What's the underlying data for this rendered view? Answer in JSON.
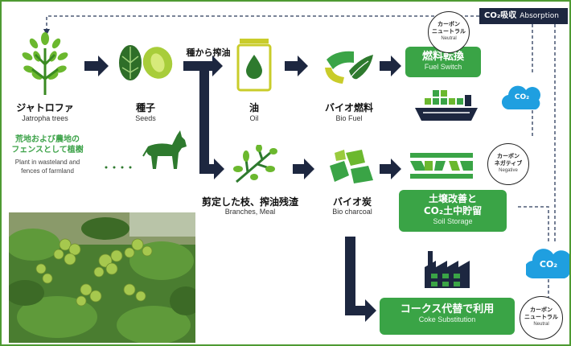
{
  "absorption": {
    "jp": "CO₂吸収",
    "en": "Absorption"
  },
  "nodes": {
    "jatropha": {
      "jp": "ジャトロファ",
      "en": "Jatropha trees"
    },
    "seeds": {
      "jp": "種子",
      "en": "Seeds"
    },
    "press_label": "種から搾油",
    "oil": {
      "jp": "油",
      "en": "Oil"
    },
    "biofuel": {
      "jp": "バイオ燃料",
      "en": "Bio Fuel"
    },
    "branches": {
      "jp": "剪定した枝、搾油残渣",
      "en": "Branches, Meal"
    },
    "biochar": {
      "jp": "バイオ炭",
      "en": "Bio charcoal"
    }
  },
  "planting": {
    "jp_line1": "荒地および農地の",
    "jp_line2": "フェンスとして植樹",
    "en_line1": "Plant in wasteland and",
    "en_line2": "fences of farmland"
  },
  "outcomes": {
    "fuel_switch": {
      "jp": "燃料転換",
      "en": "Fuel Switch"
    },
    "soil_storage": {
      "jp_line1": "土壌改善と",
      "jp_line2": "CO₂土中貯留",
      "en": "Soil Storage"
    },
    "coke": {
      "jp": "コークス代替で利用",
      "en": "Coke Substitution"
    }
  },
  "badges": {
    "neutral_top": {
      "jp_line1": "カーボン",
      "jp_line2": "ニュートラル",
      "en": "Neutral"
    },
    "negative": {
      "jp_line1": "カーボン",
      "jp_line2": "ネガティブ",
      "en": "Negative"
    },
    "neutral_bottom": {
      "jp_line1": "カーボン",
      "jp_line2": "ニュートラル",
      "en": "Neutral"
    }
  },
  "clouds": {
    "small": "CO₂",
    "large": "CO₂"
  },
  "colors": {
    "green": "#3aa446",
    "navy": "#1d2740",
    "frame": "#4e9a32"
  },
  "icons": [
    "jatropha-tree-icon",
    "seed-icon",
    "oil-bottle-icon",
    "fuel-nozzle-icon",
    "branch-icon",
    "charcoal-icon",
    "donkey-icon",
    "cargo-ship-icon",
    "soil-layers-icon",
    "factory-icon",
    "cloud-icon"
  ]
}
